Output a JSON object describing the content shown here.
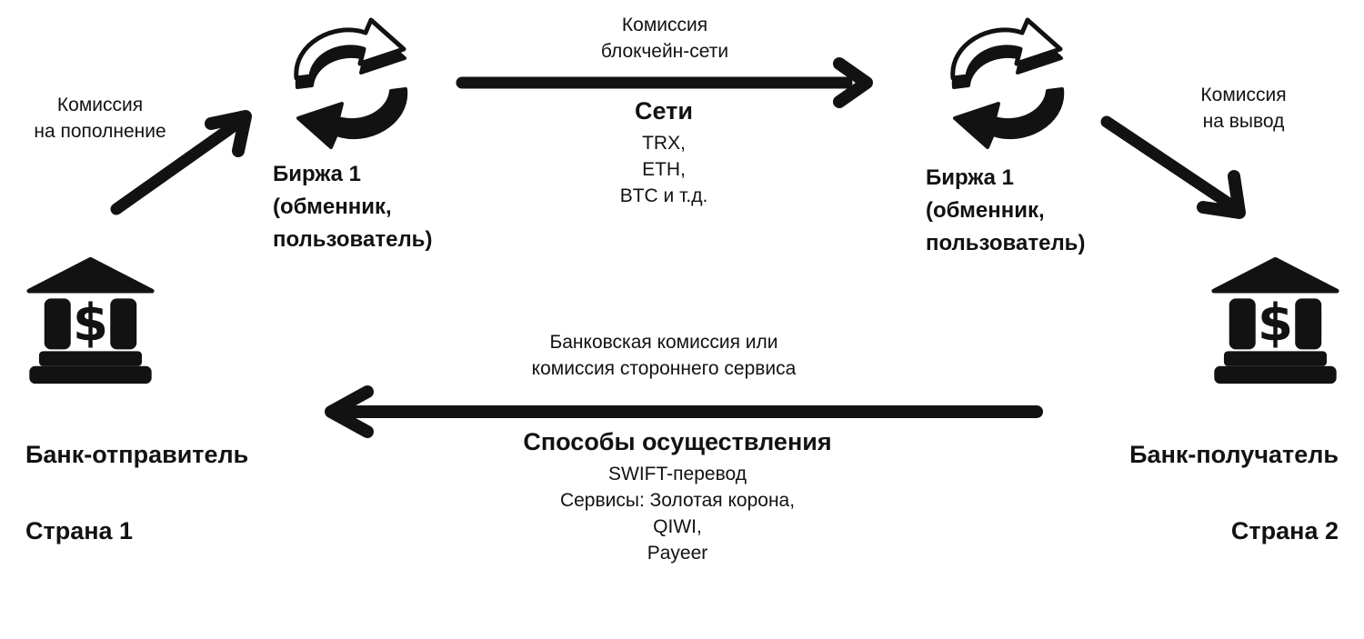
{
  "canvas": {
    "background": "#ffffff",
    "ink": "#121212"
  },
  "nodes": {
    "bank_sender": {
      "title": "Банк-отправитель",
      "subtitle": "Страна 1",
      "currency_symbol": "$",
      "icon": "bank-dollar-icon"
    },
    "exchange_left": {
      "title": "Биржа 1\n(обменник,\nпользователь)",
      "icon": "exchange-arrows-icon"
    },
    "exchange_right": {
      "title": "Биржа 1\n(обменник,\nпользователь)",
      "icon": "exchange-arrows-icon"
    },
    "bank_receiver": {
      "title": "Банк-получатель",
      "subtitle": "Страна 2",
      "currency_symbol": "$",
      "icon": "bank-dollar-icon"
    }
  },
  "edges": {
    "deposit": {
      "label": "Комиссия\nна пополнение",
      "direction": "up-right"
    },
    "blockchain": {
      "label": "Комиссия\nблокчейн-сети",
      "direction": "right",
      "details_title": "Сети",
      "details_items": "TRX,\nETH,\nBTC и т.д."
    },
    "withdraw": {
      "label": "Комиссия\nна вывод",
      "direction": "down-right"
    },
    "bank_transfer": {
      "label": "Банковская комиссия или\nкомиссия стороннего сервиса",
      "direction": "left",
      "details_title": "Способы осуществления",
      "details_items": "SWIFT-перевод\nСервисы: Золотая корона,\nQIWI,\nPayeer"
    }
  }
}
